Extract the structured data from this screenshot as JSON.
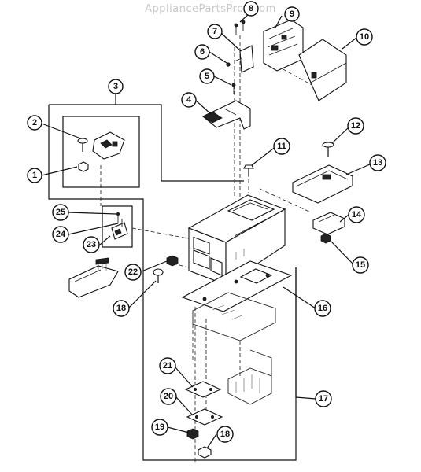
{
  "watermark": "AppliancePartsPros.com",
  "callouts": [
    {
      "id": "c1",
      "label": "1"
    },
    {
      "id": "c2",
      "label": "2"
    },
    {
      "id": "c3",
      "label": "3"
    },
    {
      "id": "c4",
      "label": "4"
    },
    {
      "id": "c5",
      "label": "5"
    },
    {
      "id": "c6",
      "label": "6"
    },
    {
      "id": "c7",
      "label": "7"
    },
    {
      "id": "c8",
      "label": "8"
    },
    {
      "id": "c9",
      "label": "9"
    },
    {
      "id": "c10",
      "label": "10"
    },
    {
      "id": "c11",
      "label": "11"
    },
    {
      "id": "c12",
      "label": "12"
    },
    {
      "id": "c13",
      "label": "13"
    },
    {
      "id": "c14",
      "label": "14"
    },
    {
      "id": "c15",
      "label": "15"
    },
    {
      "id": "c16",
      "label": "16"
    },
    {
      "id": "c17",
      "label": "17"
    },
    {
      "id": "c18a",
      "label": "18"
    },
    {
      "id": "c18b",
      "label": "18"
    },
    {
      "id": "c19",
      "label": "19"
    },
    {
      "id": "c20",
      "label": "20"
    },
    {
      "id": "c21",
      "label": "21"
    },
    {
      "id": "c22",
      "label": "22"
    },
    {
      "id": "c23",
      "label": "23"
    },
    {
      "id": "c24",
      "label": "24"
    },
    {
      "id": "c25",
      "label": "25"
    }
  ]
}
